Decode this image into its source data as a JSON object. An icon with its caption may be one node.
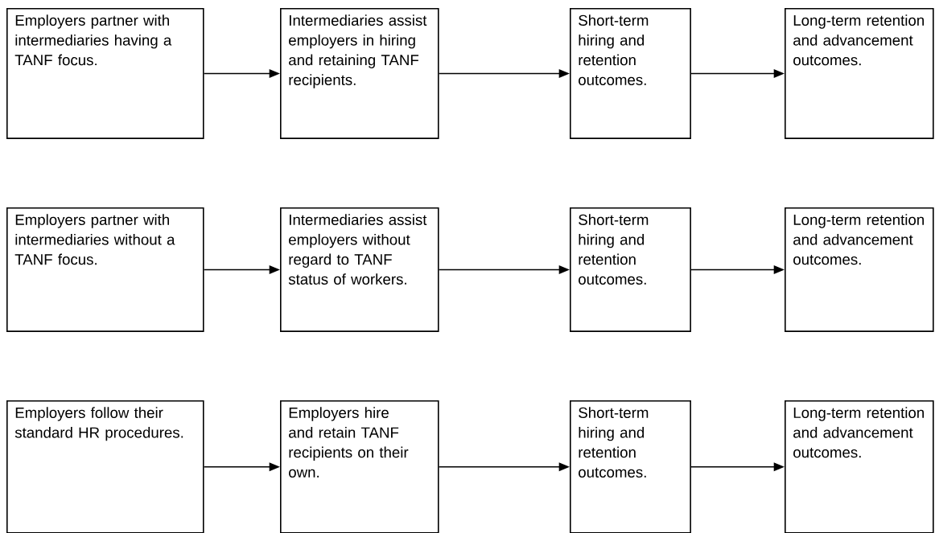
{
  "diagram": {
    "nodes": [
      {
        "text": [
          "Employers partner with intermediaries having a TANF focus."
        ]
      },
      {
        "text": [
          "Intermediaries assist employers in hiring and retaining TANF recipients."
        ]
      },
      {
        "text": [
          "Short-term hiring and retention outcomes."
        ]
      },
      {
        "text": [
          "Long-term retention and advancement outcomes."
        ]
      },
      {
        "text": [
          "Employers partner with intermediaries without a TANF focus."
        ]
      },
      {
        "text": [
          "Intermediaries assist employers without regard to TANF status of workers."
        ]
      },
      {
        "text": [
          "Short-term hiring and retention outcomes."
        ]
      },
      {
        "text": [
          "Long-term retention and advancement outcomes."
        ]
      },
      {
        "text": [
          "Employers follow their standard HR procedures."
        ]
      },
      {
        "text": [
          "Employers hire and retain TANF recipients on their own."
        ]
      },
      {
        "text": [
          "Short-term hiring and retention outcomes."
        ]
      },
      {
        "text": [
          "Long-term retention and advancement outcomes."
        ]
      }
    ],
    "edges": [
      {
        "from": 0,
        "to": 1,
        "arrow": "to"
      },
      {
        "from": 1,
        "to": 2,
        "arrow": "to"
      },
      {
        "from": 2,
        "to": 3,
        "arrow": "to"
      },
      {
        "from": 4,
        "to": 5,
        "arrow": "to"
      },
      {
        "from": 5,
        "to": 6,
        "arrow": "to"
      },
      {
        "from": 6,
        "to": 7,
        "arrow": "to"
      },
      {
        "from": 8,
        "to": 9,
        "arrow": "to"
      },
      {
        "from": 9,
        "to": 10,
        "arrow": "to"
      },
      {
        "from": 10,
        "to": 11,
        "arrow": "to"
      }
    ]
  }
}
